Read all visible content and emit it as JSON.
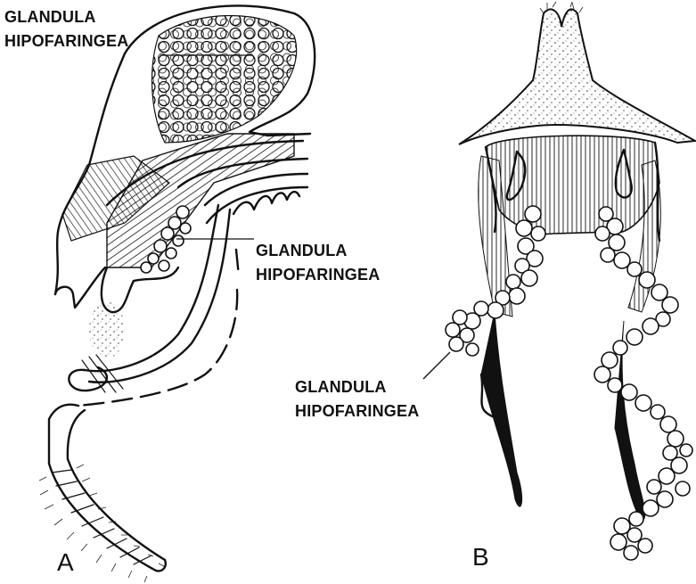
{
  "labels": {
    "a_top": [
      "GLANDULA",
      "HIPOFARINGEA"
    ],
    "a_mid": [
      "GLANDULA",
      "HIPOFARINGEA"
    ],
    "b": [
      "GLANDULA",
      "HIPOFARINGEA"
    ]
  },
  "panels": {
    "a": "A",
    "b": "B"
  }
}
